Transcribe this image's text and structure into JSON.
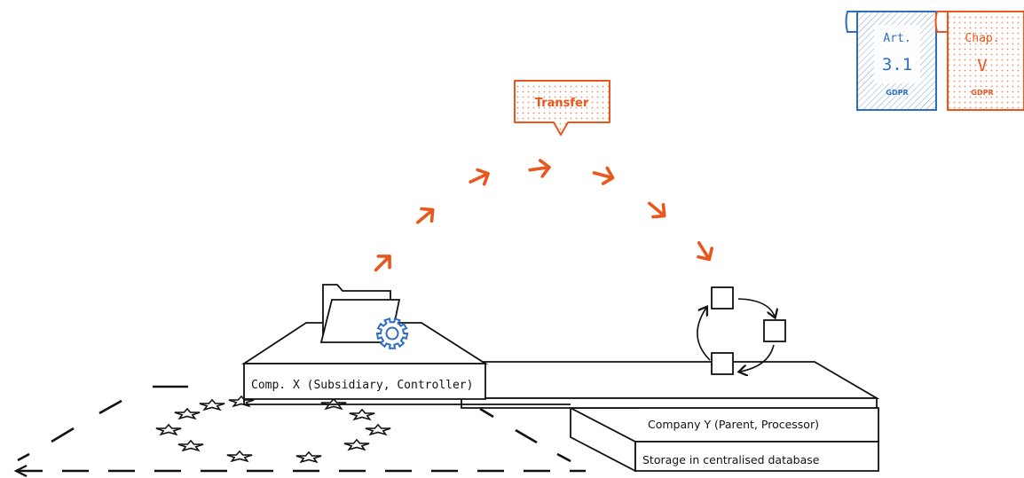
{
  "transfer_label": "Transfer",
  "controller_label": "Comp. X (Subsidiary, Controller)",
  "processor_label": "Company Y (Parent, Processor)",
  "storage_label": "Storage in centralised database",
  "badge_article": {
    "top": "Art.",
    "number": "3.1",
    "source": "GDPR"
  },
  "badge_chapter": {
    "top": "Chap.",
    "number": "V",
    "source": "GDPR"
  },
  "colors": {
    "accent": "#e8571d",
    "blue": "#2f6cc4",
    "line": "#111111"
  },
  "icons": [
    "folder-icon",
    "gear-icon",
    "transfer-arrow-icon",
    "cycle-arrows-icon",
    "eu-star-icon"
  ]
}
